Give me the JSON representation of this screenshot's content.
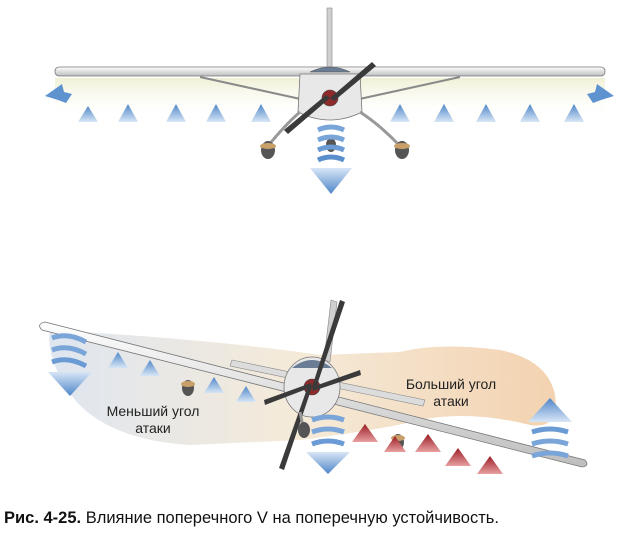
{
  "labels": {
    "smaller_aoa": "Меньший угол атаки",
    "larger_aoa": "Больший угол атаки"
  },
  "caption": {
    "number": "Рис. 4-25.",
    "text": "Влияние поперечного V на поперечную устойчивость."
  },
  "colors": {
    "up_arrow": "#6f9fd6",
    "down_arrow": "#6f9fd6",
    "red_arrow": "#a8242e",
    "wing": "#e9e9e9",
    "flow_top": "#f3f3dc",
    "flow_warm": "#f4d8b8"
  }
}
